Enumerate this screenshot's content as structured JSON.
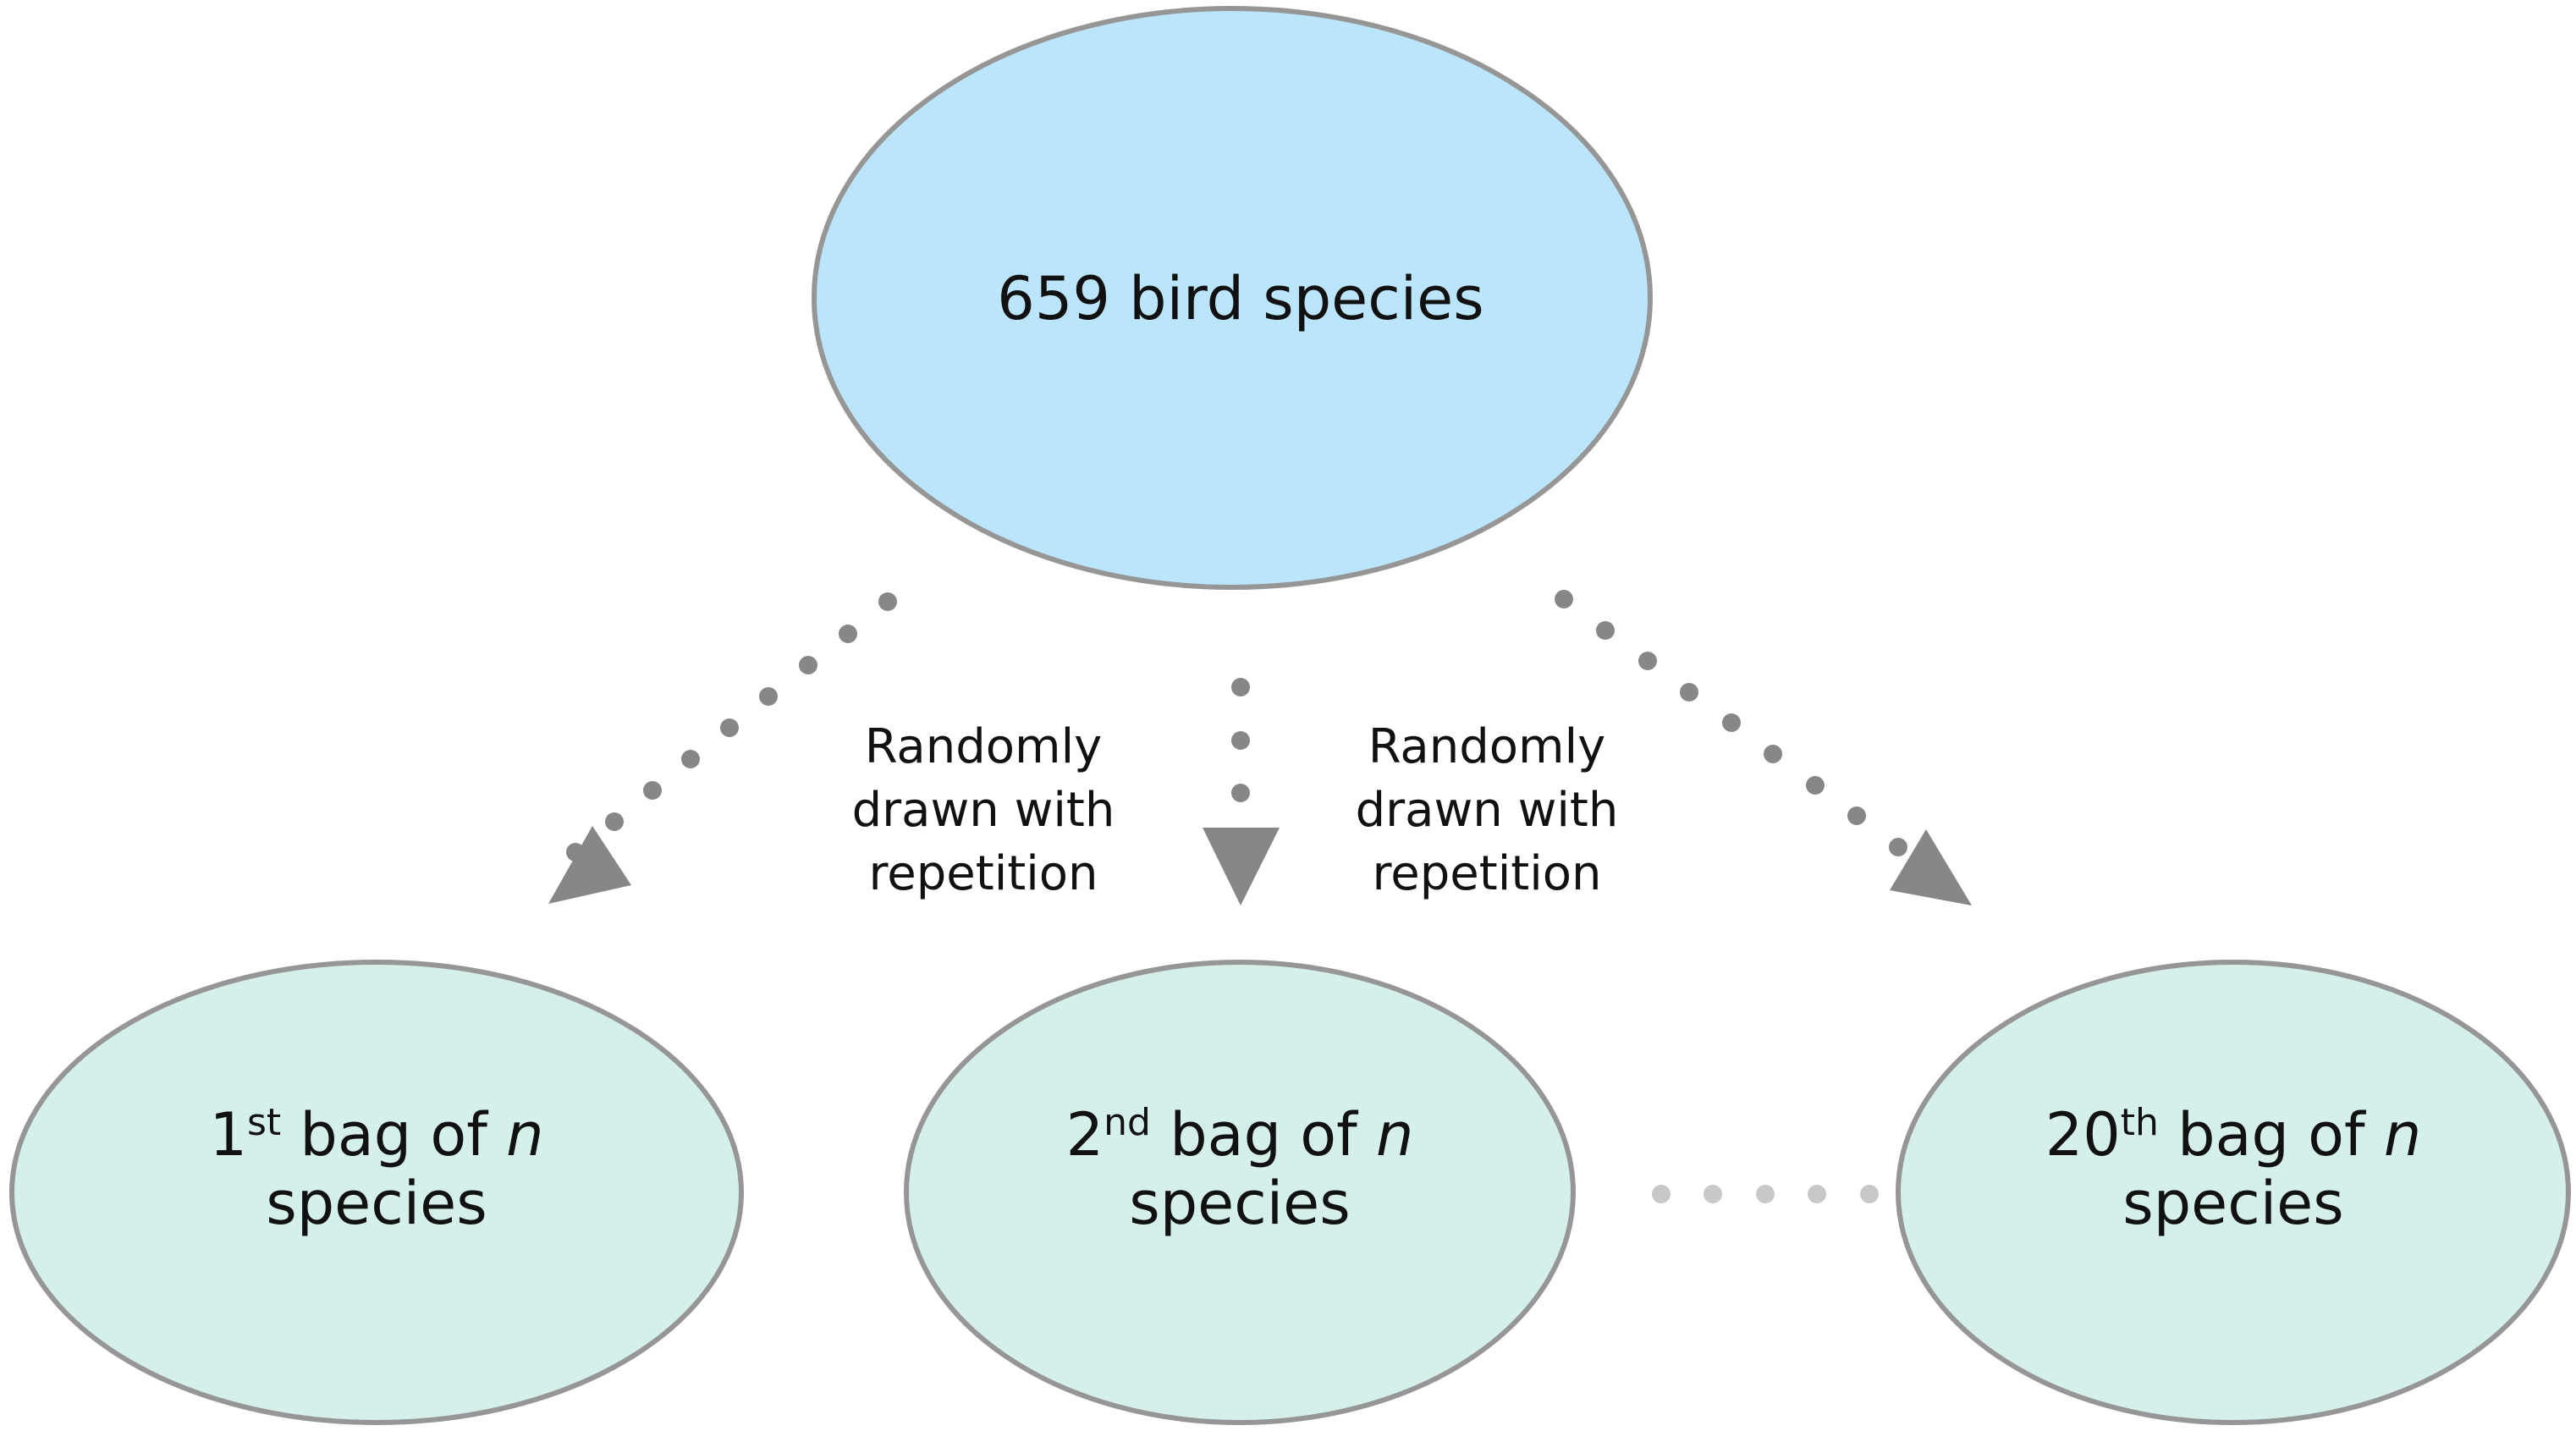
{
  "colors": {
    "root_fill": "#bbe5fb",
    "bag_fill": "#d5efeb",
    "node_stroke": "#969696",
    "arrow": "#878787",
    "ellipsis_dots": "#c8c8c8",
    "text": "#111111"
  },
  "root": {
    "label": "659 bird species"
  },
  "edge_label": {
    "line1": "Randomly",
    "line2": "drawn with",
    "line3": "repetition"
  },
  "bags": [
    {
      "ordinal": "1",
      "suffix": "st",
      "text": " bag of ",
      "var": "n",
      "line2": "species"
    },
    {
      "ordinal": "2",
      "suffix": "nd",
      "text": " bag of ",
      "var": "n",
      "line2": "species"
    },
    {
      "ordinal": "20",
      "suffix": "th",
      "text": " bag of ",
      "var": "n",
      "line2": "species"
    }
  ]
}
